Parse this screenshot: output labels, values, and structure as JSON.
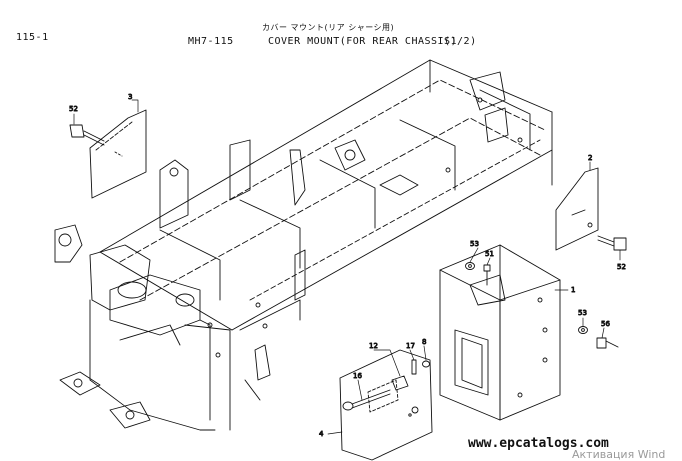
{
  "header": {
    "page_id": "115-1",
    "code": "MH7-115",
    "title_jp": "カバー マウント(リア シャーシ用)",
    "title_en": "COVER MOUNT(FOR REAR CHASSIS)",
    "sheet": "(1/2)"
  },
  "callouts": [
    {
      "id": "c52a",
      "text": "52"
    },
    {
      "id": "c3",
      "text": "3"
    },
    {
      "id": "c2",
      "text": "2"
    },
    {
      "id": "c52b",
      "text": "52"
    },
    {
      "id": "c53a",
      "text": "53"
    },
    {
      "id": "c51",
      "text": "51"
    },
    {
      "id": "c1",
      "text": "1"
    },
    {
      "id": "c53b",
      "text": "53"
    },
    {
      "id": "c56",
      "text": "56"
    },
    {
      "id": "c12",
      "text": "12"
    },
    {
      "id": "c17",
      "text": "17"
    },
    {
      "id": "c8",
      "text": "8"
    },
    {
      "id": "c16",
      "text": "16"
    },
    {
      "id": "c4",
      "text": "4"
    }
  ],
  "footer": {
    "watermark": "www.epcatalogs.com",
    "activation": "Активация Wind"
  }
}
